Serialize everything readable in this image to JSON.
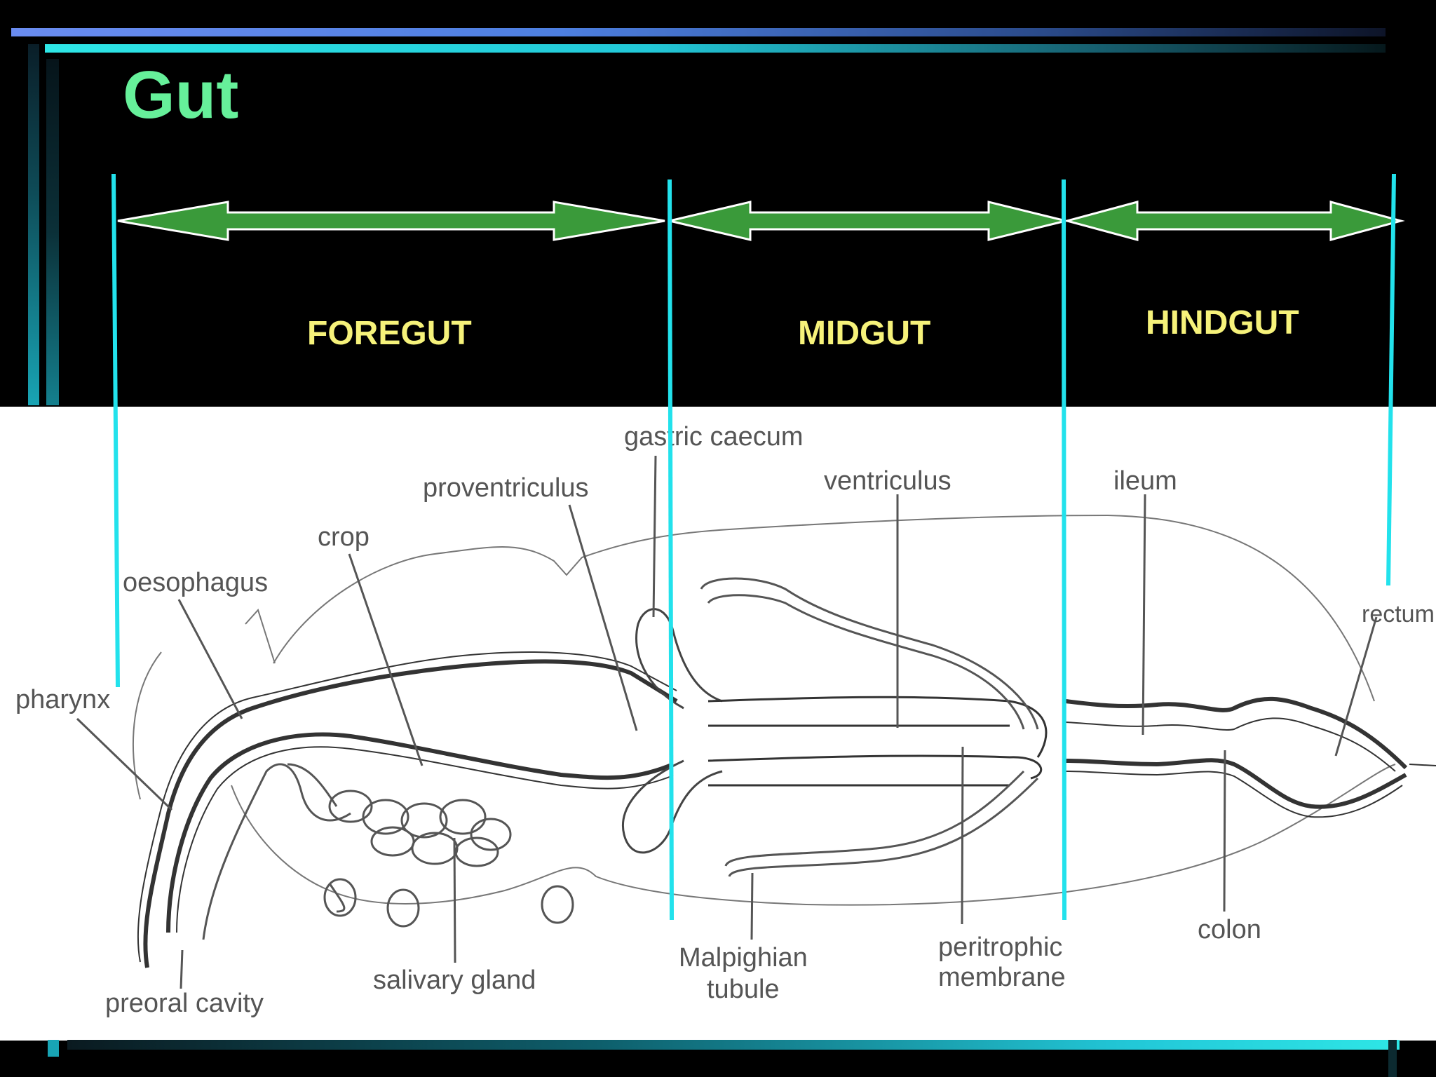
{
  "title": "Gut",
  "regions": {
    "foregut": "FOREGUT",
    "midgut": "MIDGUT",
    "hindgut": "HINDGUT"
  },
  "labels": {
    "pharynx": "pharynx",
    "oesophagus": "oesophagus",
    "crop": "crop",
    "proventriculus": "proventriculus",
    "gastric_caecum": "gastric caecum",
    "ventriculus": "ventriculus",
    "ileum": "ileum",
    "rectum": "rectum",
    "preoral_cavity": "preoral cavity",
    "salivary_gland": "salivary gland",
    "malpighian_1": "Malpighian",
    "malpighian_2": "tubule",
    "peritrophic_1": "peritrophic",
    "peritrophic_2": "membrane",
    "colon": "colon"
  },
  "colors": {
    "title": "#66f09a",
    "region_label": "#f6f27a",
    "arrow_fill": "#3a9a3a",
    "divider": "#22e2ec"
  }
}
